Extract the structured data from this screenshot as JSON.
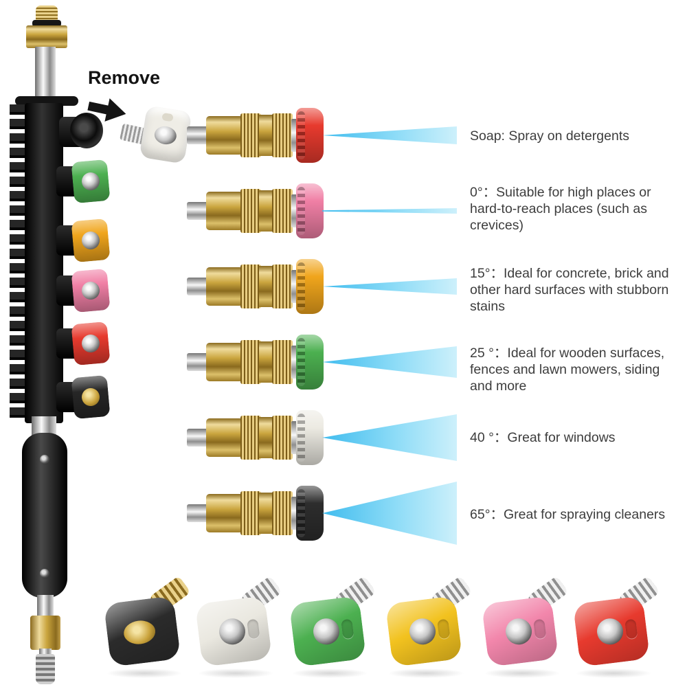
{
  "annotation": {
    "remove_label": "Remove"
  },
  "colors": {
    "spray_start": "#40bcee",
    "spray_end": "#cdf0fb",
    "brass_light": "#efdb9c",
    "brass_dark": "#8a6a1e",
    "chrome_light": "#f7f7f7",
    "chrome_dark": "#767676",
    "text": "#3d3d3d"
  },
  "nozzle_rows": [
    {
      "tip_color": "red",
      "tip_hex": "#e73a2e",
      "spray_pattern": "narrow-fan",
      "label": "Soap: Spray on detergents"
    },
    {
      "tip_color": "pink",
      "tip_hex": "#f07fa5",
      "spray_pattern": "pencil-jet",
      "label": "0°：Suitable for high places or hard-to-reach places (such as crevices)"
    },
    {
      "tip_color": "yellow",
      "tip_hex": "#f0a51c",
      "spray_pattern": "narrow-fan",
      "label": "15°：Ideal for concrete, brick and other hard surfaces with stubborn stains"
    },
    {
      "tip_color": "green",
      "tip_hex": "#4cb050",
      "spray_pattern": "medium-fan",
      "label": "25 °：Ideal for wooden surfaces, fences and lawn mowers, siding and more"
    },
    {
      "tip_color": "white",
      "tip_hex": "#eceae2",
      "spray_pattern": "wide-fan",
      "label": "40 °：Great for windows"
    },
    {
      "tip_color": "black",
      "tip_hex": "#2d2d2d",
      "spray_pattern": "widest-fan",
      "label": "65°：Great for spraying cleaners"
    }
  ],
  "wand": {
    "empty_socket_note": "top socket shown empty (white tip removed)",
    "mounted_tips": [
      {
        "color": "green",
        "hex": "#4cb050"
      },
      {
        "color": "yellow",
        "hex": "#f0a51c"
      },
      {
        "color": "pink",
        "hex": "#f07fa5"
      },
      {
        "color": "red",
        "hex": "#e73a2e"
      },
      {
        "color": "black",
        "hex": "#262626"
      }
    ]
  },
  "removed_tip": {
    "color": "white",
    "hex": "#efede6"
  },
  "bottom_tips": [
    {
      "color": "black",
      "hex": "#2b2b2b"
    },
    {
      "color": "white",
      "hex": "#eae8e0"
    },
    {
      "color": "green",
      "hex": "#4cb050"
    },
    {
      "color": "yellow",
      "hex": "#f2c21f"
    },
    {
      "color": "pink",
      "hex": "#f286ab"
    },
    {
      "color": "red",
      "hex": "#e73a2e"
    }
  ]
}
